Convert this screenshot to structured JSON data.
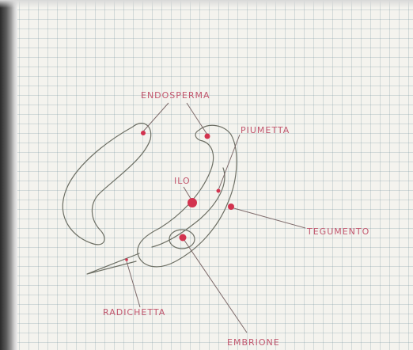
{
  "labels": {
    "endosperm": "ENDOSPERMA",
    "plumule": "PIUMETTA",
    "hilum": "ILO",
    "integument": "TEGUMENTO",
    "radicle": "RADICHETTA",
    "embryo": "EMBRIONE"
  },
  "colors": {
    "label_ink": "#c2576e",
    "marker": "#d2334f",
    "pencil": "#6d6f64"
  }
}
